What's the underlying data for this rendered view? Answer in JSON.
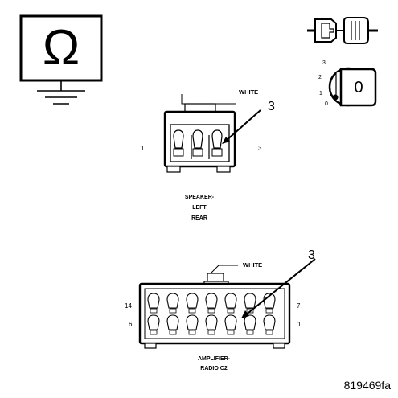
{
  "symbols": {
    "ohmmeter_icon": "ohmmeter-symbol",
    "ground_icon": "ground-symbol",
    "ohm_glyph": "Ω",
    "connector_icon": "connector-separation-symbol",
    "ignition_icon": "ignition-key-symbol",
    "key_positions": [
      "3",
      "2",
      "1",
      "0"
    ],
    "key_value": "0"
  },
  "speaker_connector": {
    "color_label": "WHITE",
    "callout_pin": "3",
    "pin_left": "1",
    "pin_right": "3",
    "caption_lines": [
      "SPEAKER-",
      "LEFT",
      "REAR"
    ]
  },
  "amplifier_connector": {
    "color_label": "WHITE",
    "callout_pin": "3",
    "pin_top_left": "14",
    "pin_top_right": "7",
    "pin_bottom_left": "6",
    "pin_bottom_right": "1",
    "caption_lines": [
      "AMPLIFIER-",
      "RADIO C2"
    ]
  },
  "figure_id": "819469fa"
}
